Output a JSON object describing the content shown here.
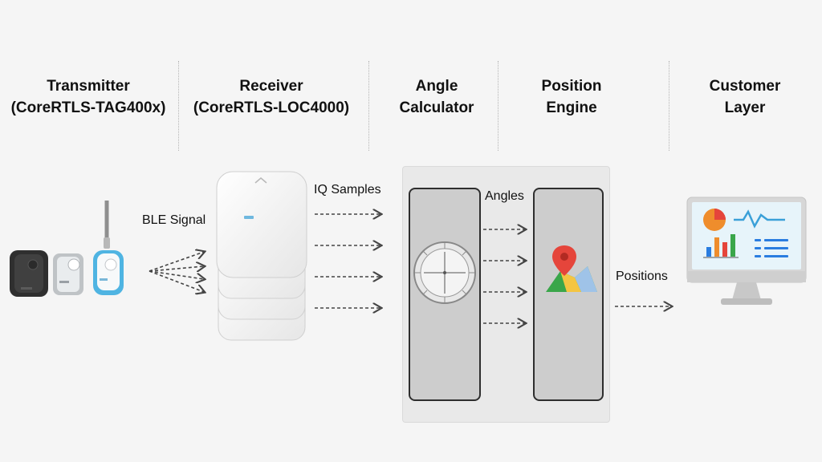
{
  "columns": [
    {
      "line1": "Transmitter",
      "line2": "(CoreRTLS-TAG400x)"
    },
    {
      "line1": "Receiver",
      "line2": "(CoreRTLS-LOC4000)"
    },
    {
      "line1": "Angle",
      "line2": "Calculator"
    },
    {
      "line1": "Position",
      "line2": "Engine"
    },
    {
      "line1": "Customer",
      "line2": "Layer"
    }
  ],
  "labels": {
    "ble_signal": "BLE Signal",
    "iq_samples": "IQ Samples",
    "angles": "Angles",
    "positions": "Positions"
  },
  "icons": [
    "wristband-tag-icon",
    "badge-tag-icon",
    "keyfob-tag-icon",
    "receiver-locator-icon",
    "protractor-icon",
    "map-pin-icon",
    "dashboard-monitor-icon"
  ],
  "colors": {
    "background": "#f5f5f5",
    "box_fill": "#cdcdcd",
    "tag_accent": "#4fb4e2",
    "pin_red": "#e5453b",
    "map_green": "#3aa64a",
    "chart_orange": "#ef8d2c",
    "chart_blue": "#2a7de0"
  }
}
